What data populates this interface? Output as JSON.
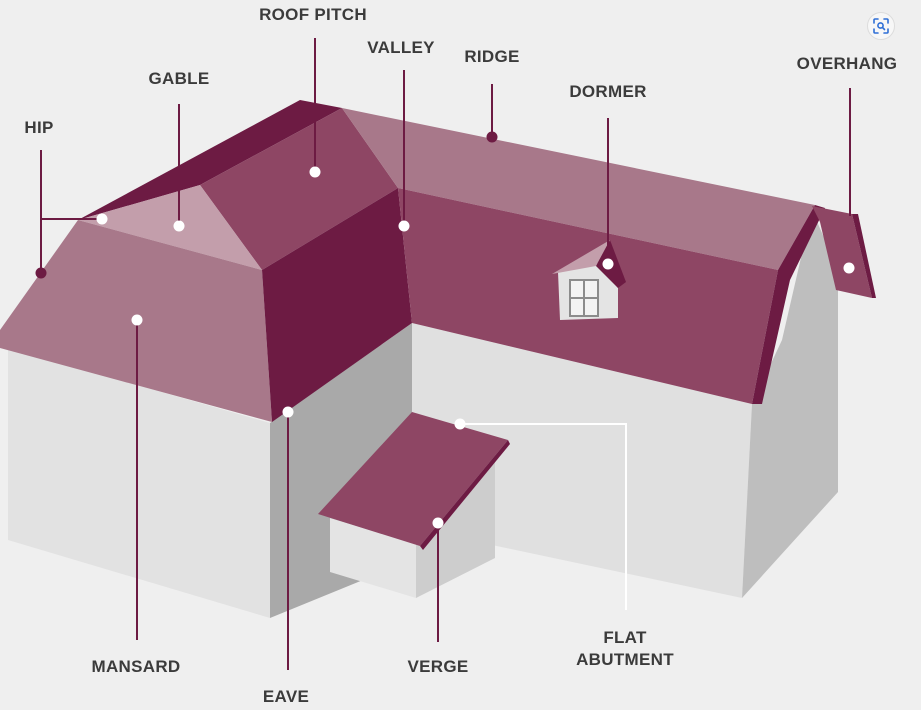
{
  "labels": {
    "roof_pitch": "ROOF PITCH",
    "valley": "VALLEY",
    "ridge": "RIDGE",
    "gable": "GABLE",
    "dormer": "DORMER",
    "overhang": "OVERHANG",
    "hip": "HIP",
    "mansard": "MANSARD",
    "eave": "EAVE",
    "verge": "VERGE",
    "flat_abutment_line1": "FLAT",
    "flat_abutment_line2": "ABUTMENT"
  },
  "icons": {
    "lens": "lens-search-icon"
  },
  "colors": {
    "background": "#efefef",
    "roof_dark": "#6d1b43",
    "roof_medium": "#8e4664",
    "roof_light": "#a8788a",
    "roof_pale": "#c39eab",
    "wall_light": "#e2e2e2",
    "wall_shade": "#c8c8c8",
    "wall_dark": "#a5a5a5",
    "pointer_line": "#6d1b43",
    "label_text": "#3b3b3b"
  }
}
